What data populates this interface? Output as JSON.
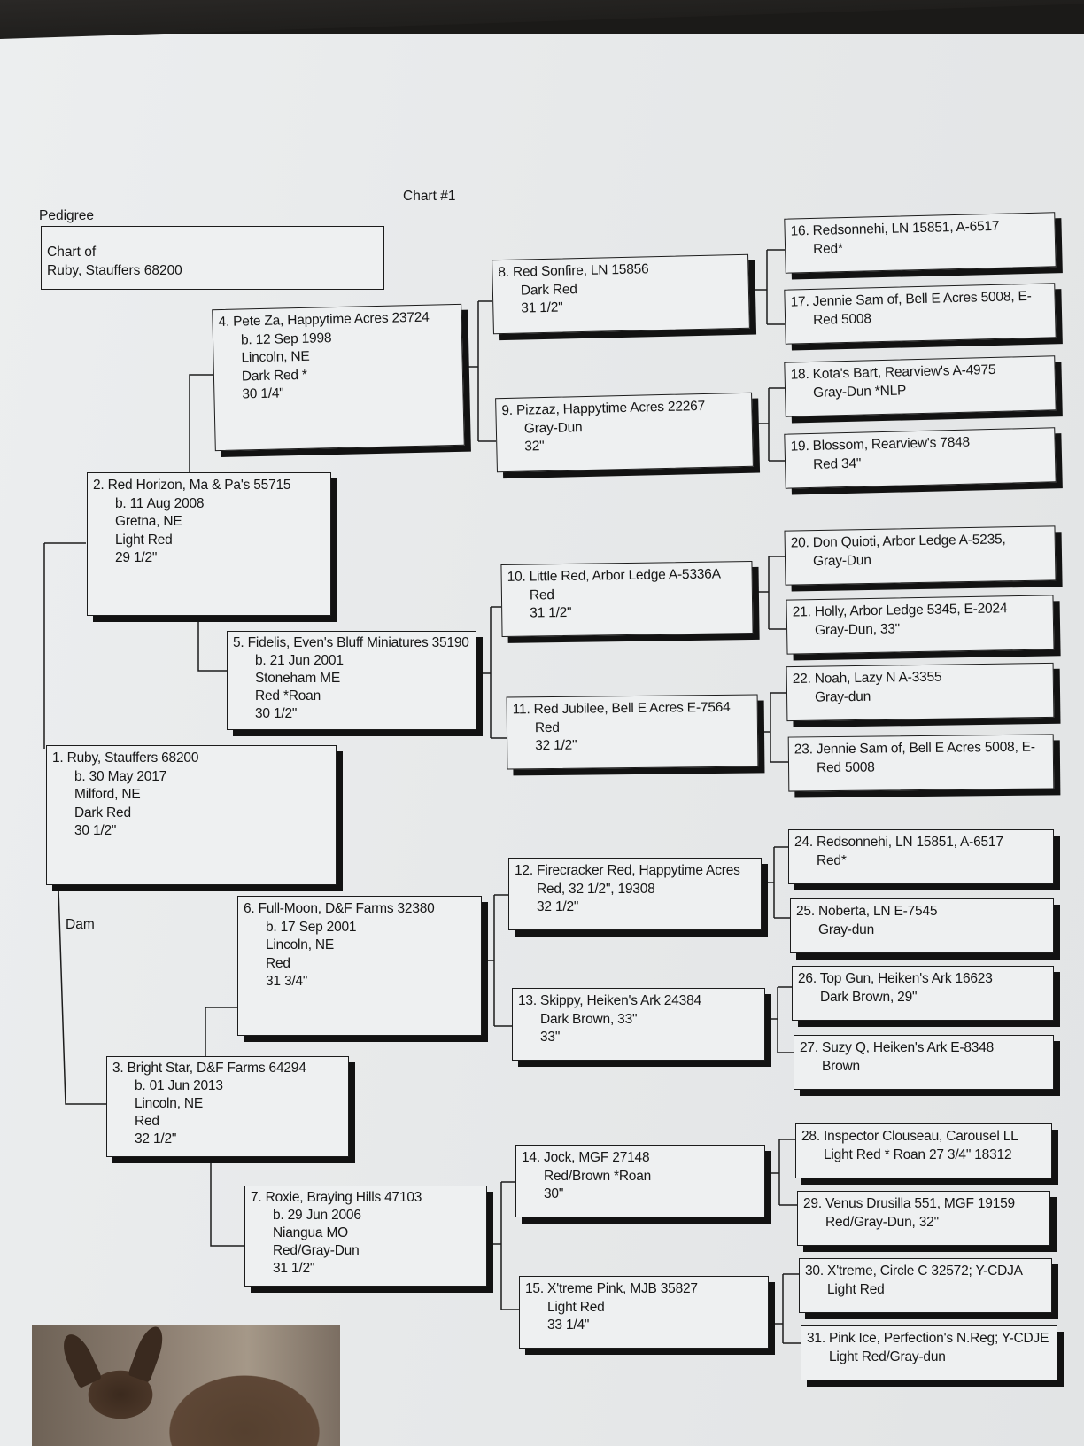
{
  "header": {
    "pedigree_label": "Pedigree",
    "chart_title": "Chart #1",
    "chart_of_label": "Chart of",
    "chart_of_name": "Ruby, Stauffers 68200",
    "dam_label": "Dam"
  },
  "entries": {
    "e1": {
      "line1": "1. Ruby, Stauffers 68200",
      "line2": "b. 30 May 2017",
      "line3": "Milford, NE",
      "line4": "Dark Red",
      "line5": "30 1/2\""
    },
    "e2": {
      "line1": "2. Red Horizon, Ma & Pa's 55715",
      "line2": "b. 11 Aug 2008",
      "line3": "Gretna, NE",
      "line4": "Light Red",
      "line5": "29 1/2\""
    },
    "e3": {
      "line1": "3. Bright Star, D&F Farms 64294",
      "line2": "b. 01 Jun 2013",
      "line3": "Lincoln, NE",
      "line4": "Red",
      "line5": "32 1/2\""
    },
    "e4": {
      "line1": "4. Pete Za, Happytime Acres 23724",
      "line2": "b. 12 Sep 1998",
      "line3": "Lincoln, NE",
      "line4": "Dark Red *",
      "line5": "30 1/4\""
    },
    "e5": {
      "line1": "5. Fidelis, Even's Bluff Miniatures 35190",
      "line2": "b. 21 Jun 2001",
      "line3": "Stoneham ME",
      "line4": "Red *Roan",
      "line5": "30 1/2\""
    },
    "e6": {
      "line1": "6. Full-Moon, D&F Farms 32380",
      "line2": "b. 17 Sep 2001",
      "line3": "Lincoln, NE",
      "line4": "Red",
      "line5": "31 3/4\""
    },
    "e7": {
      "line1": "7. Roxie, Braying Hills 47103",
      "line2": "b. 29 Jun 2006",
      "line3": "Niangua MO",
      "line4": "Red/Gray-Dun",
      "line5": "31 1/2\""
    },
    "e8": {
      "line1": "8. Red Sonfire, LN 15856",
      "line2": "Dark Red",
      "line3": "31 1/2\""
    },
    "e9": {
      "line1": "9. Pizzaz, Happytime Acres 22267",
      "line2": "Gray-Dun",
      "line3": "32\""
    },
    "e10": {
      "line1": "10. Little Red, Arbor Ledge A-5336A",
      "line2": "Red",
      "line3": "31 1/2\""
    },
    "e11": {
      "line1": "11. Red Jubilee, Bell E Acres E-7564",
      "line2": "Red",
      "line3": "32 1/2\""
    },
    "e12": {
      "line1": "12. Firecracker Red, Happytime Acres",
      "line2": "Red, 32 1/2\",  19308",
      "line3": "32 1/2\""
    },
    "e13": {
      "line1": "13. Skippy, Heiken's Ark 24384",
      "line2": "Dark Brown, 33\"",
      "line3": "33\""
    },
    "e14": {
      "line1": "14. Jock, MGF 27148",
      "line2": "Red/Brown *Roan",
      "line3": "30\""
    },
    "e15": {
      "line1": "15. X'treme Pink, MJB 35827",
      "line2": "Light Red",
      "line3": "33 1/4\""
    },
    "e16": {
      "line1": "16. Redsonnehi, LN 15851, A-6517",
      "line2": "Red*"
    },
    "e17": {
      "line1": "17. Jennie Sam of, Bell E Acres 5008, E-",
      "line2": "Red 5008"
    },
    "e18": {
      "line1": "18. Kota's Bart, Rearview's A-4975",
      "line2": "Gray-Dun *NLP"
    },
    "e19": {
      "line1": "19. Blossom, Rearview's 7848",
      "line2": "Red  34\""
    },
    "e20": {
      "line1": "20. Don Quioti, Arbor Ledge A-5235,",
      "line2": "Gray-Dun"
    },
    "e21": {
      "line1": "21. Holly, Arbor Ledge 5345, E-2024",
      "line2": "Gray-Dun, 33\""
    },
    "e22": {
      "line1": "22. Noah, Lazy N A-3355",
      "line2": "Gray-dun"
    },
    "e23": {
      "line1": "23. Jennie Sam of, Bell E Acres 5008, E-",
      "line2": "Red 5008"
    },
    "e24": {
      "line1": "24. Redsonnehi, LN 15851, A-6517",
      "line2": "Red*"
    },
    "e25": {
      "line1": "25. Noberta, LN E-7545",
      "line2": "Gray-dun"
    },
    "e26": {
      "line1": "26. Top Gun, Heiken's Ark 16623",
      "line2": "Dark Brown, 29\""
    },
    "e27": {
      "line1": "27. Suzy Q, Heiken's Ark E-8348",
      "line2": "Brown"
    },
    "e28": {
      "line1": "28. Inspector Clouseau, Carousel LL",
      "line2": "Light Red * Roan  27 3/4\"  18312"
    },
    "e29": {
      "line1": "29. Venus Drusilla 551, MGF 19159",
      "line2": "Red/Gray-Dun, 32\""
    },
    "e30": {
      "line1": "30. X'treme, Circle C 32572; Y-CDJA",
      "line2": "Light Red"
    },
    "e31": {
      "line1": "31. Pink Ice, Perfection's N.Reg; Y-CDJE",
      "line2": "Light Red/Gray-dun"
    }
  },
  "colors": {
    "ink": "#161616",
    "paper": "#eceeef",
    "shadow": "#121212"
  }
}
